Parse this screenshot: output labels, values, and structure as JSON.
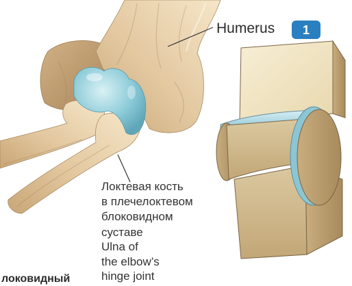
{
  "figure": {
    "badge": "1",
    "labels": {
      "humerus": "Humerus",
      "ulna_ru": [
        "Локтевая кость",
        "в плечелоктевом",
        "блоковидном",
        "суставе"
      ],
      "ulna_en": [
        "Ulna of",
        "the elbow’s",
        "hinge joint"
      ],
      "bottom_caption": "локовидный"
    }
  },
  "colors": {
    "accent_blue": "#2a7fc1",
    "bone": "#e3c8a0",
    "cartilage": "#8ccbd8",
    "model_cream": "#f2e7c7",
    "model_tan": "#cbb285"
  }
}
